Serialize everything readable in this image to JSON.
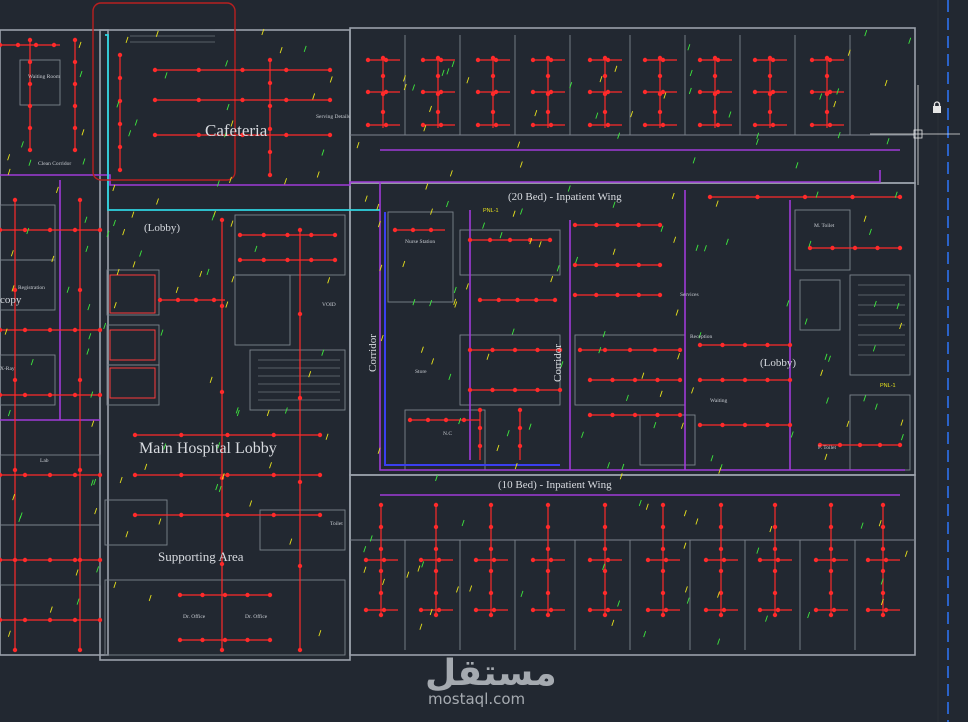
{
  "drawing": {
    "room_labels": {
      "cafeteria": "Cafeteria",
      "serving_details": "Serving Details",
      "lobby_left": "(Lobby)",
      "lobby_right": "(Lobby)",
      "main_lobby": "Main Hospital Lobby",
      "supporting_area": "Supporting Area",
      "inpatient_wing_top": "(20 Bed) - Inpatient Wing",
      "inpatient_wing_bottom": "(10 Bed) - Inpatient Wing",
      "corridor_1": "Corridor",
      "corridor_2": "Corridor",
      "void": "VOID",
      "m_toilet": "M. Toilet",
      "f_toilet": "F. Toilet",
      "services": "Services",
      "reception": "Reception",
      "waiting": "Waiting",
      "nurse_station": "Nurse Station",
      "store": "Store",
      "nc": "N.C",
      "dr_office_1": "Dr. Office",
      "dr_office_2": "Dr. Office",
      "toilet": "Toilet",
      "lab": "Lab",
      "xray": "X-Ray",
      "copy": "copy",
      "clean_corridor": "Clean Corridor",
      "waiting_room": "Waiting Room",
      "registration": "Registration"
    },
    "tags": {
      "pnl1": "PNL-1",
      "pnl2": "PNL-1"
    },
    "lock_icon": "lock-icon",
    "colors": {
      "background": "#222831",
      "walls": "#9aa1ab",
      "circuit_red": "#ff2a2a",
      "circuit_purple": "#a03ad8",
      "circuit_cyan": "#2fd4e0",
      "circuit_blue": "#3b3ff0",
      "annot_yellow": "#e8e21c",
      "annot_green": "#3ee83e"
    }
  },
  "watermark": {
    "arabic": "مستقل",
    "latin": "mostaql.com"
  }
}
